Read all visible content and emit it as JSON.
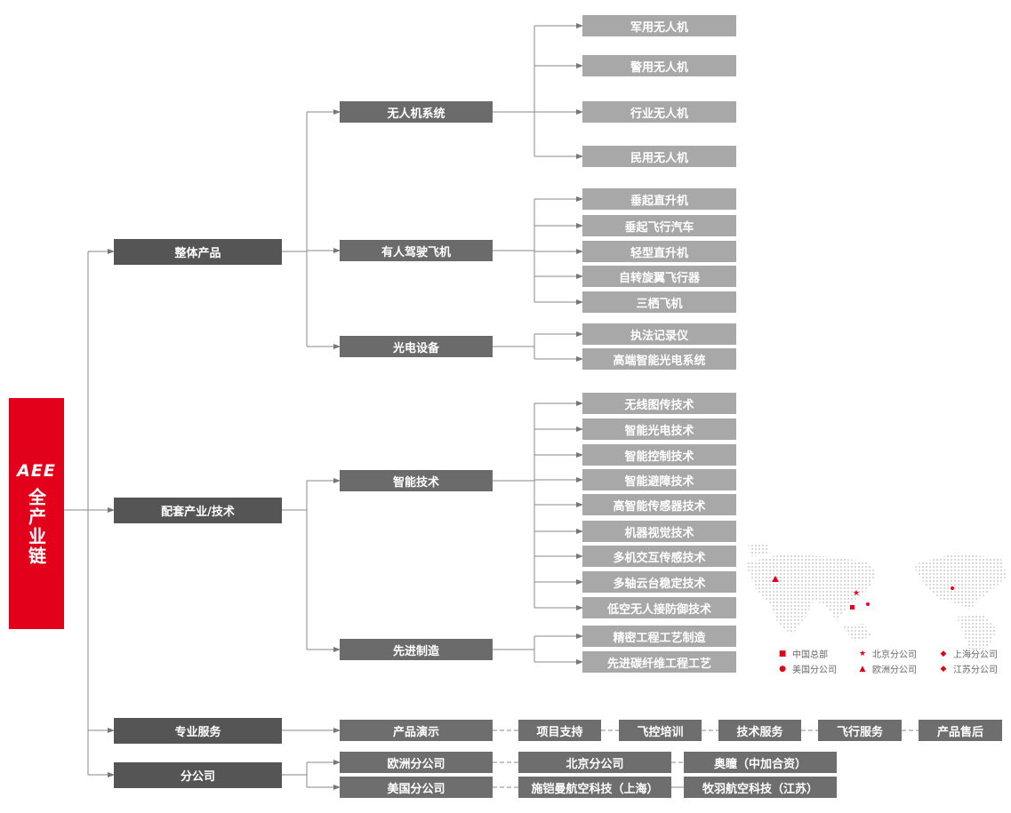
{
  "root": {
    "logo": "AEE",
    "title": "全产业链"
  },
  "products": {
    "label": "整体产品",
    "subs": [
      {
        "label": "无人机系统",
        "items": [
          "军用无人机",
          "警用无人机",
          "行业无人机",
          "民用无人机"
        ]
      },
      {
        "label": "有人驾驶飞机",
        "items": [
          "垂起直升机",
          "垂起飞行汽车",
          "轻型直升机",
          "自转旋翼飞行器",
          "三栖飞机"
        ]
      },
      {
        "label": "光电设备",
        "items": [
          "执法记录仪",
          "高端智能光电系统"
        ]
      }
    ]
  },
  "supporting": {
    "label": "配套产业/技术",
    "subs": [
      {
        "label": "智能技术",
        "items": [
          "无线图传技术",
          "智能光电技术",
          "智能控制技术",
          "智能避障技术",
          "高智能传感器技术",
          "机器视觉技术",
          "多机交互传感技术",
          "多轴云台稳定技术",
          "低空无人接防御技术"
        ]
      },
      {
        "label": "先进制造",
        "items": [
          "精密工程工艺制造",
          "先进碳纤维工程工艺"
        ]
      }
    ]
  },
  "services": {
    "label": "专业服务",
    "items": [
      "产品演示",
      "项目支持",
      "飞控培训",
      "技术服务",
      "飞行服务",
      "产品售后"
    ]
  },
  "branches": {
    "label": "分公司",
    "rows": [
      [
        "欧洲分公司",
        "北京分公司",
        "奥瞳（中加合资）"
      ],
      [
        "美国分公司",
        "施铠曼航空科技（上海）",
        "牧羽航空科技（江苏）"
      ]
    ]
  },
  "map_legend": [
    {
      "label": "中国总部",
      "marker": "square"
    },
    {
      "label": "北京分公司",
      "marker": "star"
    },
    {
      "label": "上海分公司",
      "marker": "diamond"
    },
    {
      "label": "美国分公司",
      "marker": "dot"
    },
    {
      "label": "欧洲分公司",
      "marker": "triangle"
    },
    {
      "label": "江苏分公司",
      "marker": "diamond"
    }
  ],
  "colors": {
    "accent": "#e2001a",
    "level1": "#555555",
    "level2": "#6b6b6b",
    "leaf": "#a8a8a8"
  }
}
